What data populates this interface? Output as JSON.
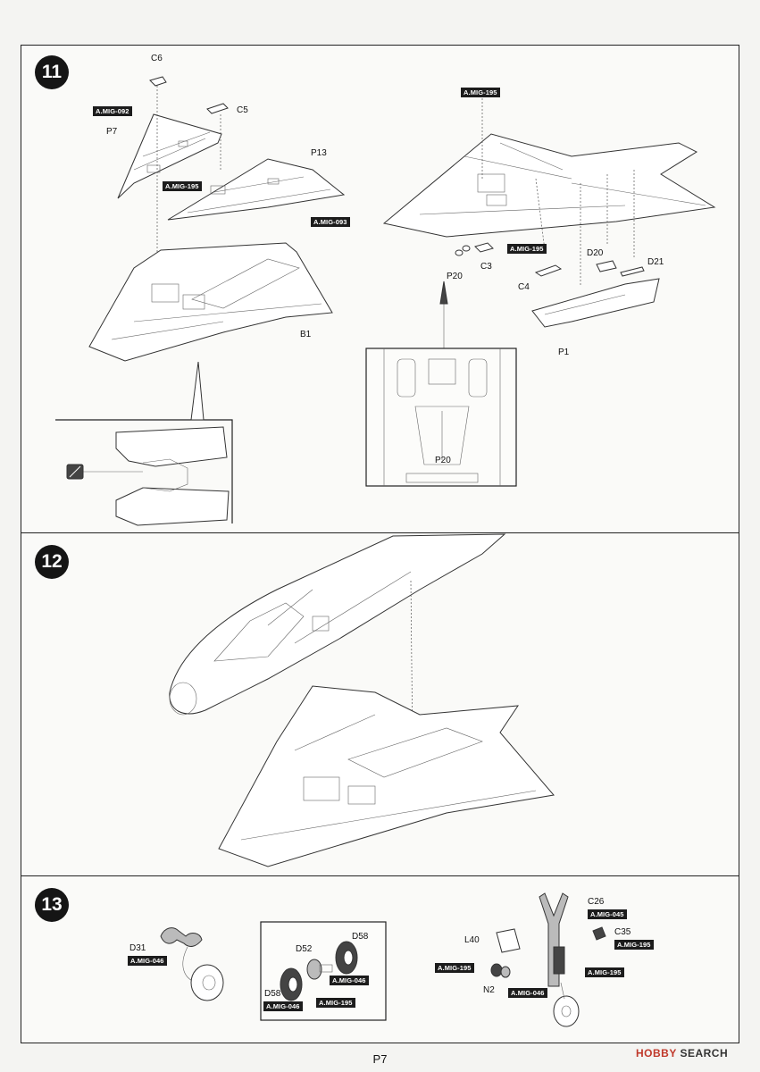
{
  "steps": {
    "s11": "11",
    "s12": "12",
    "s13": "13"
  },
  "step11": {
    "labels": {
      "c6": "C6",
      "c5": "C5",
      "p7": "P7",
      "p13": "P13",
      "b1": "B1",
      "c3": "C3",
      "c4": "C4",
      "p20": "P20",
      "d20": "D20",
      "d21": "D21",
      "p1": "P1",
      "p20_inset": "P20"
    },
    "tags": {
      "t092": "A.MIG-092",
      "t195a": "A.MIG-195",
      "t093": "A.MIG-093",
      "t195b": "A.MIG-195",
      "t195c": "A.MIG-195"
    }
  },
  "step13": {
    "labels": {
      "d31": "D31",
      "d52": "D52",
      "d58a": "D58",
      "d58b": "D58",
      "c26": "C26",
      "l40": "L40",
      "c35": "C35",
      "n2": "N2"
    },
    "tags": {
      "t046a": "A.MIG-046",
      "t046b": "A.MIG-046",
      "t046c": "A.MIG-046",
      "t195a": "A.MIG-195",
      "t045": "A.MIG-045",
      "t195b": "A.MIG-195",
      "t195c": "A.MIG-195",
      "t195d": "A.MIG-195",
      "t046d": "A.MIG-046"
    }
  },
  "footer": {
    "page": "P7",
    "watermark_brand": "HOBBY",
    "watermark_rest": "SEARCH"
  }
}
